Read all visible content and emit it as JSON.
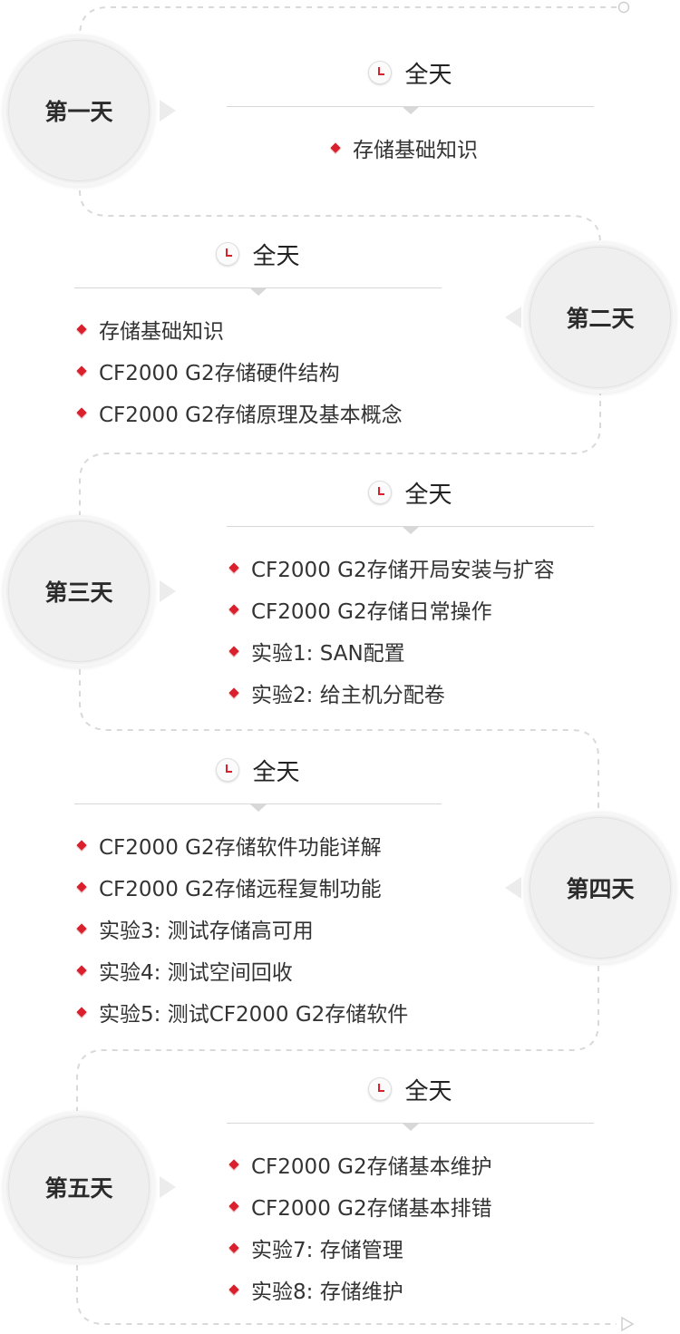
{
  "days": [
    {
      "label": "第一天",
      "time": "全天",
      "items": [
        "存储基础知识"
      ]
    },
    {
      "label": "第二天",
      "time": "全天",
      "items": [
        "存储基础知识",
        "CF2000 G2存储硬件结构",
        "CF2000 G2存储原理及基本概念"
      ]
    },
    {
      "label": "第三天",
      "time": "全天",
      "items": [
        "CF2000 G2存储开局安装与扩容",
        "CF2000 G2存储日常操作",
        "实验1: SAN配置",
        "实验2: 给主机分配卷"
      ]
    },
    {
      "label": "第四天",
      "time": "全天",
      "items": [
        "CF2000 G2存储软件功能详解",
        "CF2000 G2存储远程复制功能",
        "实验3: 测试存储高可用",
        "实验4: 测试空间回收",
        "实验5: 测试CF2000 G2存储软件"
      ]
    },
    {
      "label": "第五天",
      "time": "全天",
      "items": [
        "CF2000 G2存储基本维护",
        "CF2000 G2存储基本排错",
        "实验7: 存储管理",
        "实验8: 存储维护"
      ]
    }
  ],
  "colors": {
    "accent": "#d9202c",
    "circle": "#efefef",
    "path": "#d9d9d9",
    "text": "#333333"
  },
  "icons": {
    "time": "clock-icon",
    "bullet": "diamond-bullet-icon",
    "path_start": "circle-end-icon",
    "path_end": "arrow-end-icon"
  }
}
